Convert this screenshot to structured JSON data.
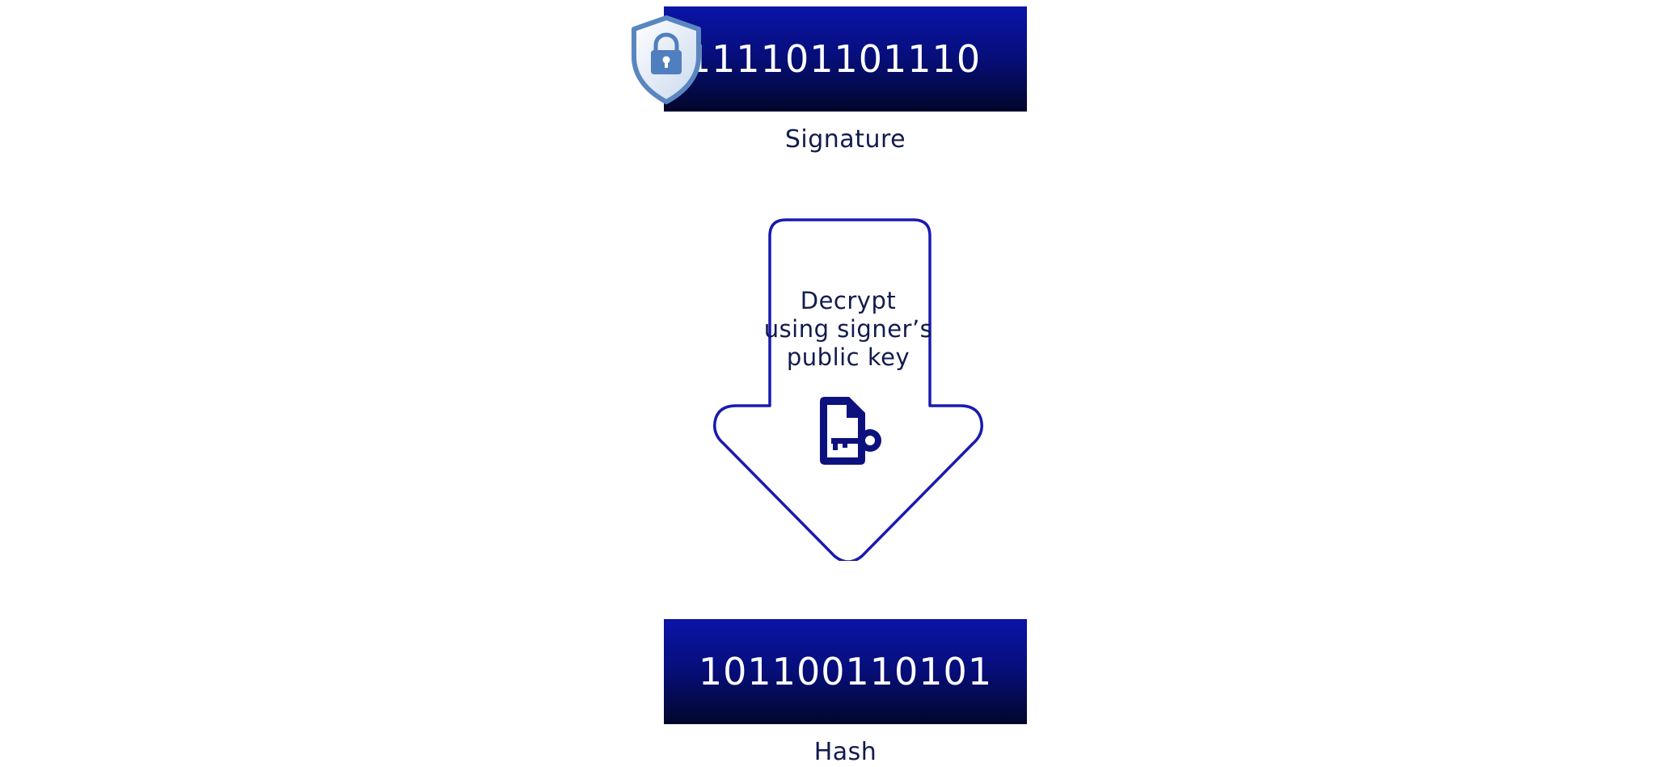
{
  "signature": {
    "bits": "111101101110",
    "label": "Signature"
  },
  "step": {
    "lines": [
      "Decrypt",
      "using signer’s",
      "public key"
    ]
  },
  "hash": {
    "bits": "101100110101",
    "label": "Hash"
  },
  "colors": {
    "box_top": "#0a14a8",
    "box_bottom": "#02062a",
    "arrow_stroke": "#1a1ab0",
    "text": "#121b4d",
    "shield": "#5a86c0"
  },
  "icons": {
    "shield": "shield-lock-icon",
    "step": "file-key-icon",
    "flow": "down-arrow"
  }
}
